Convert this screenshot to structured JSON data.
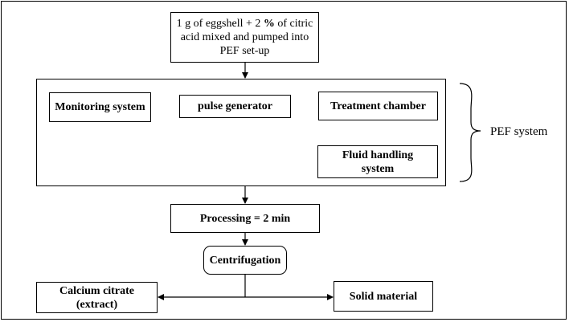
{
  "diagram": {
    "input_prefix": "1 g of eggshell + 2 ",
    "input_percent": "%",
    "input_rest": " of citric acid mixed and pumped into PEF set-up",
    "monitoring": "Monitoring system",
    "pulse": "pulse generator",
    "chamber": "Treatment chamber",
    "fluid": "Fluid handling system",
    "pef_label": "PEF system",
    "processing": "Processing = 2 min",
    "centrifugation": "Centrifugation",
    "calcium": "Calcium citrate (extract)",
    "solid": "Solid material"
  }
}
